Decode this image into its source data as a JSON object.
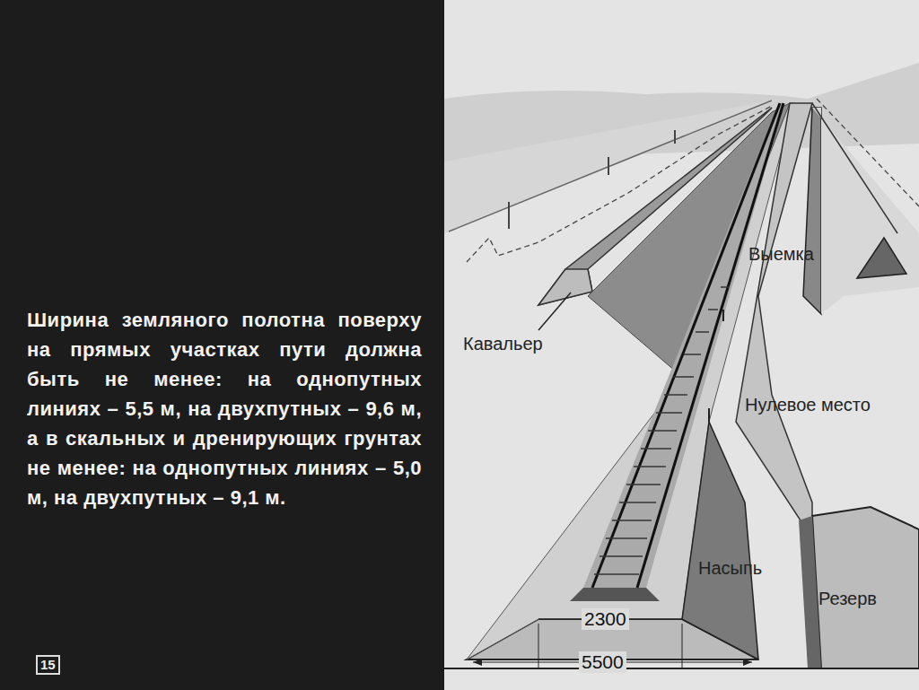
{
  "diagram": {
    "labels": [
      "Ширина земляного полотна поверху на прямых участках пути должна быть не менее: на однопутных линиях – 5,5 м, на двухпутных – 9,6 м, а в скальных и дренирующих грунтах не менее: на однопутных линиях – 5,0 м, на двухпутных – 9,1 м.",
      "15",
      "Выемка",
      "Кавальер",
      "Нулевое место",
      "Насыпь",
      "Резерв",
      "2300",
      "5500"
    ]
  }
}
